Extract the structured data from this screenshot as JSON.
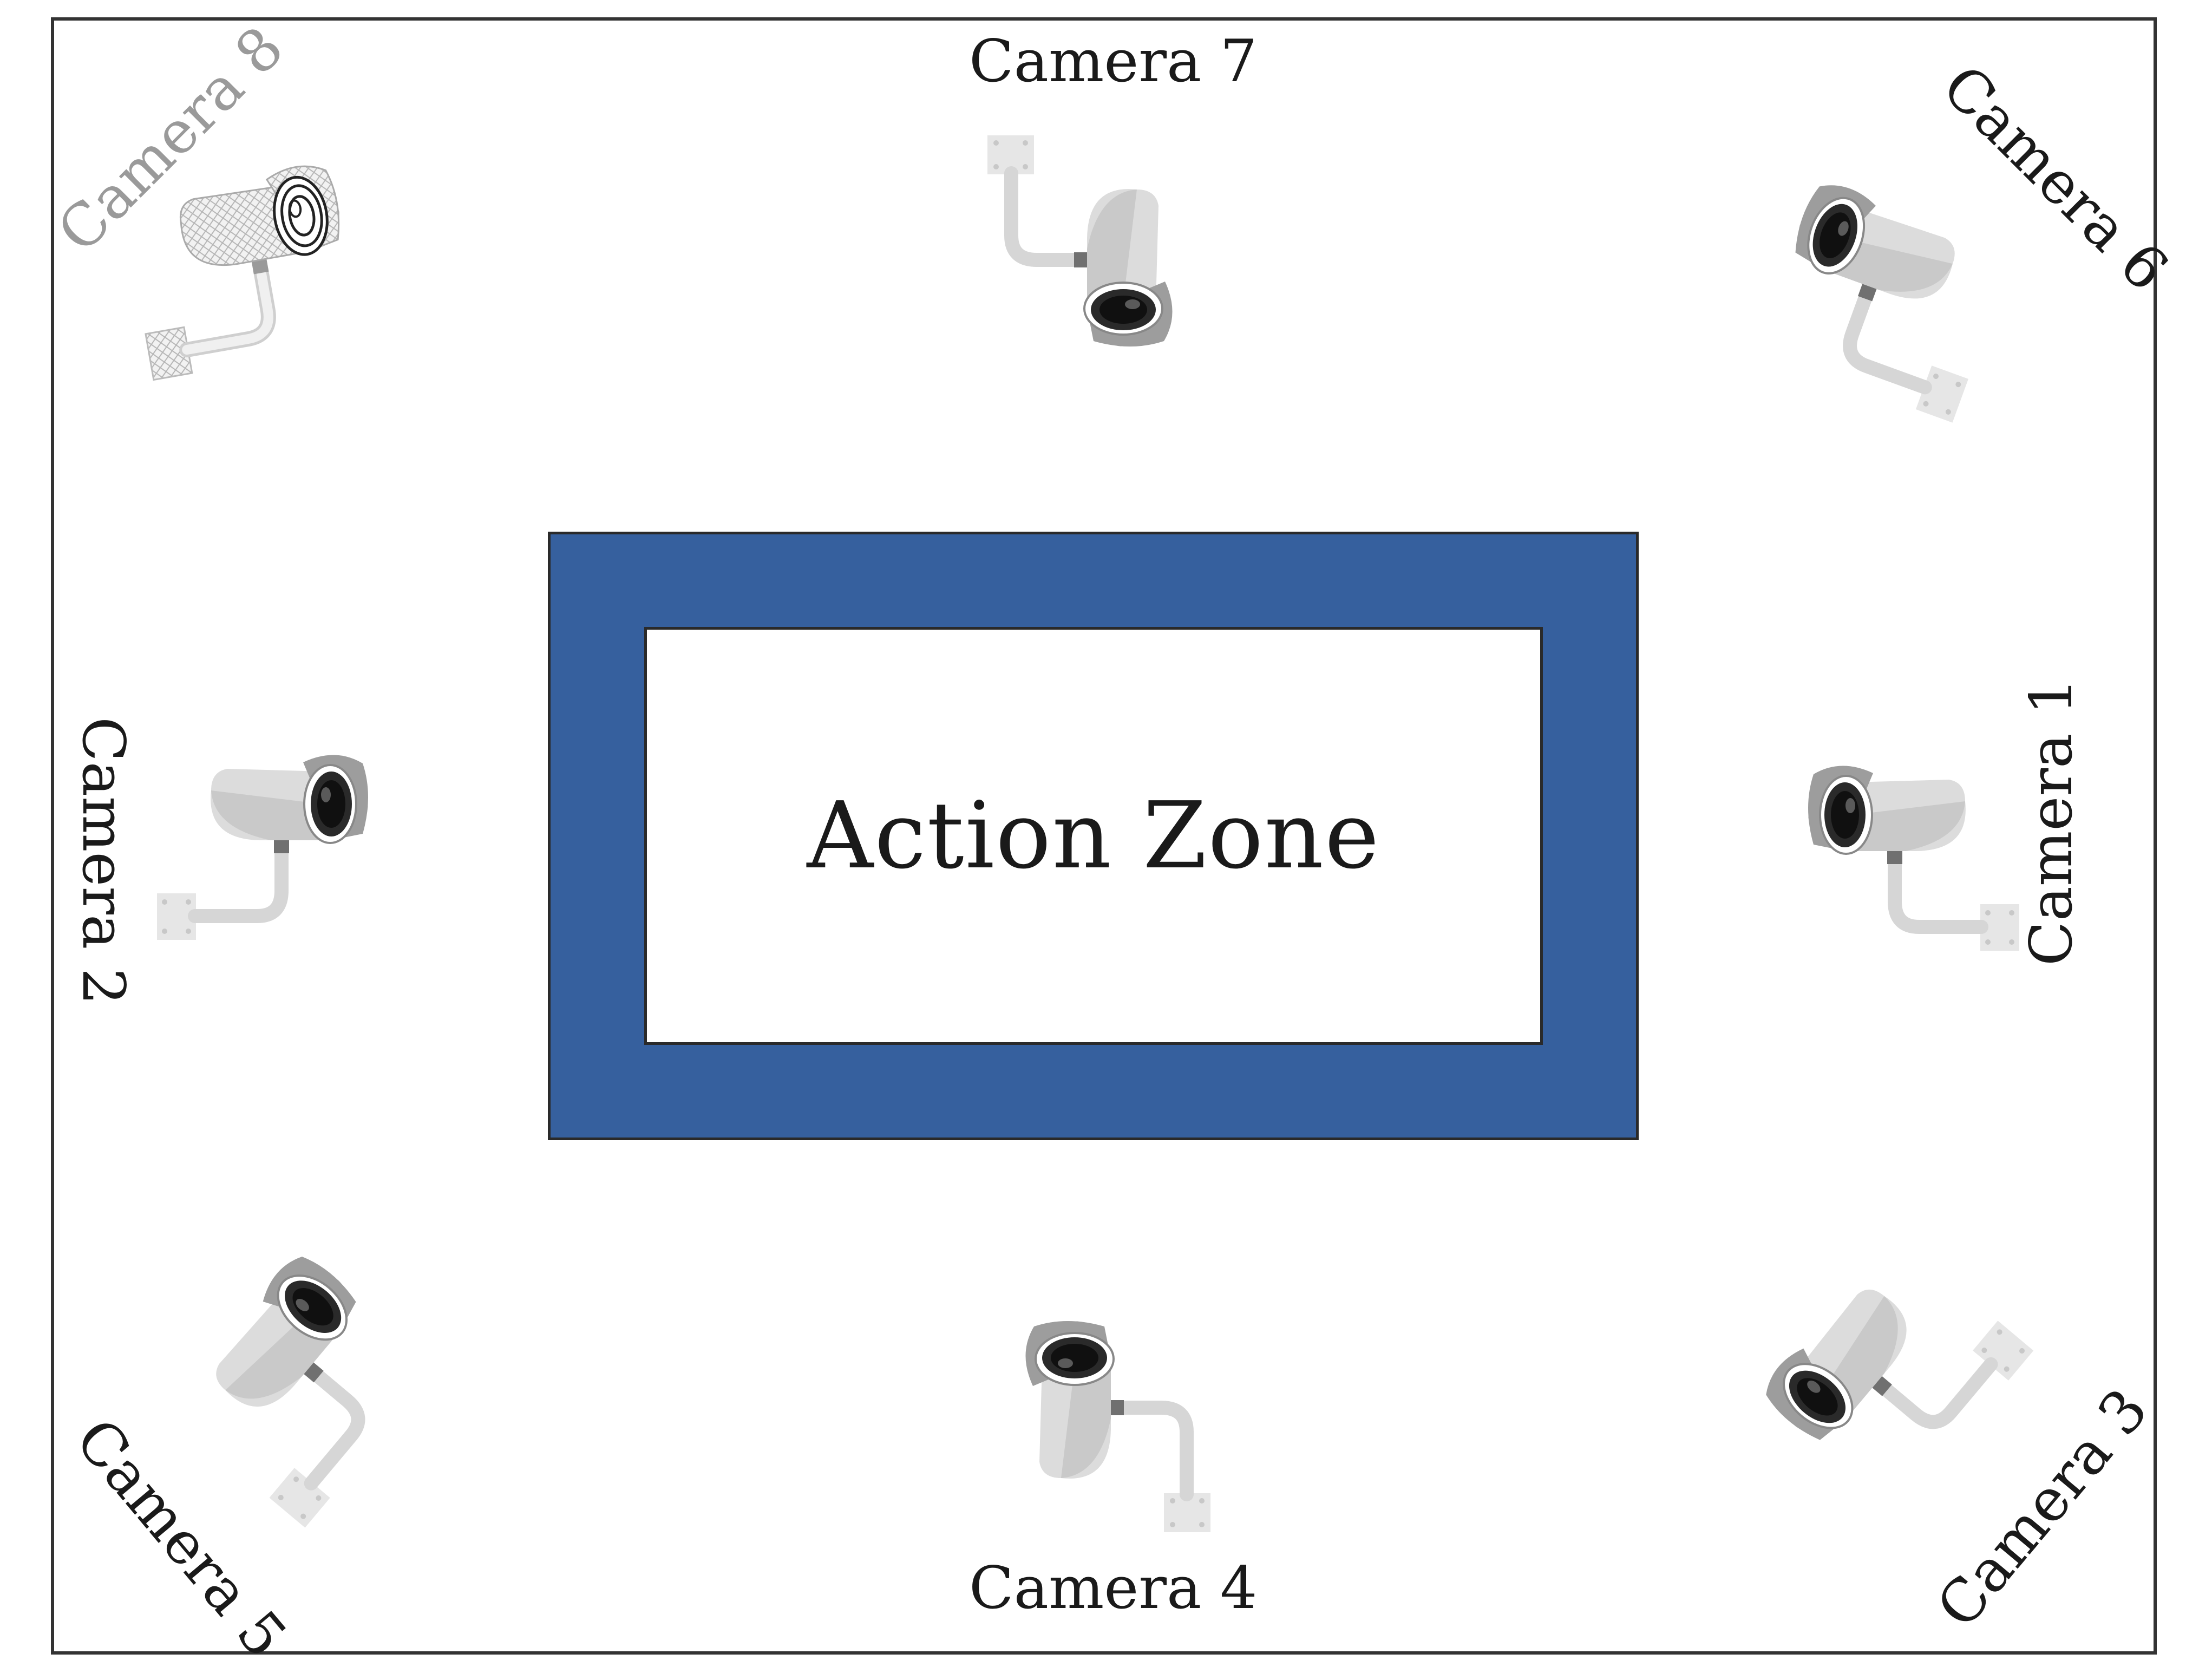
{
  "zone": {
    "label": "Action Zone",
    "border_color": "#36609e"
  },
  "cameras": [
    {
      "id": 1,
      "label": "Camera 1",
      "icon": "security-camera-icon"
    },
    {
      "id": 2,
      "label": "Camera 2",
      "icon": "security-camera-icon"
    },
    {
      "id": 3,
      "label": "Camera 3",
      "icon": "security-camera-icon"
    },
    {
      "id": 4,
      "label": "Camera 4",
      "icon": "security-camera-icon"
    },
    {
      "id": 5,
      "label": "Camera 5",
      "icon": "security-camera-icon"
    },
    {
      "id": 6,
      "label": "Camera 6",
      "icon": "security-camera-icon"
    },
    {
      "id": 7,
      "label": "Camera 7",
      "icon": "security-camera-icon"
    },
    {
      "id": 8,
      "label": "Camera 8",
      "icon": "security-camera-icon",
      "style": "faded"
    }
  ]
}
